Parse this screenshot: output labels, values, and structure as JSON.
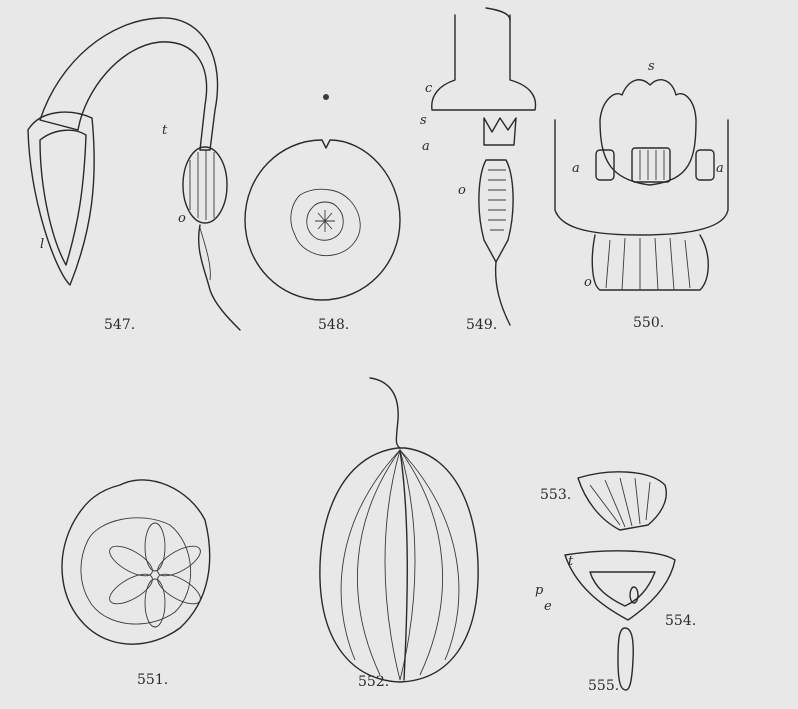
{
  "figures": [
    {
      "number": "547.",
      "letters": [
        "l",
        "t",
        "o"
      ]
    },
    {
      "number": "548."
    },
    {
      "number": "549.",
      "letters": [
        "c",
        "s",
        "a",
        "o"
      ]
    },
    {
      "number": "550.",
      "letters": [
        "s",
        "a",
        "a",
        "o"
      ]
    },
    {
      "number": "551."
    },
    {
      "number": "552."
    },
    {
      "number": "553."
    },
    {
      "number": "554.",
      "letters": [
        "t",
        "p",
        "e"
      ]
    },
    {
      "number": "555."
    }
  ],
  "colors": {
    "paper": "#e8e8e8",
    "ink": "#2a2a2a"
  }
}
